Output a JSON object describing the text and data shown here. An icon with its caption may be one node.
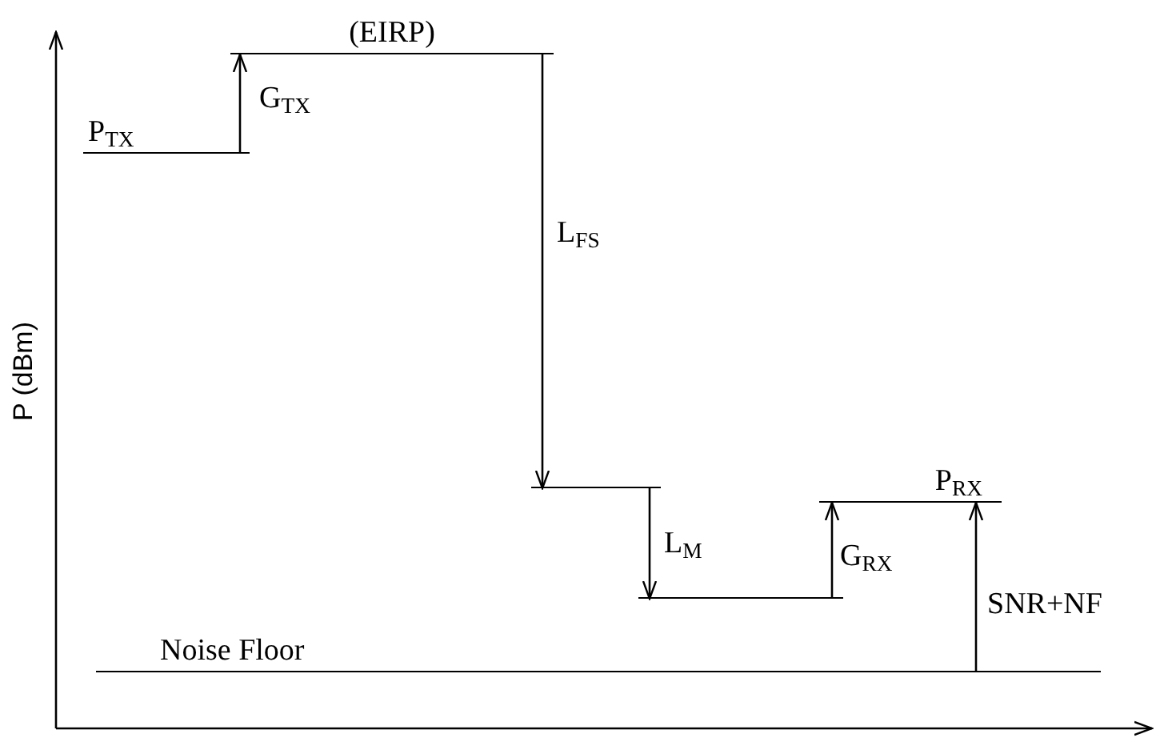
{
  "diagram": {
    "nodes": [
      {
        "text": [
          "P$_{TX}$"
        ]
      },
      {
        "text": [
          "(EIRP)"
        ]
      },
      {
        "text": [],
        "shape": "bar"
      },
      {
        "text": [],
        "shape": "bar"
      },
      {
        "text": [
          "P$_{RX}$"
        ]
      },
      {
        "text": [
          "Noise Floor"
        ]
      }
    ],
    "edges": [
      {
        "from": 0,
        "to": 1,
        "arrow": "to",
        "label": "G$_{TX}$"
      },
      {
        "from": 1,
        "to": 2,
        "arrow": "to",
        "label": "L$_{FS}$"
      },
      {
        "from": 2,
        "to": 3,
        "arrow": "to",
        "label": "L$_{M}$"
      },
      {
        "from": 3,
        "to": 4,
        "arrow": "to",
        "label": "G$_{RX}$"
      },
      {
        "from": 5,
        "to": 4,
        "arrow": "to",
        "label": "SNR+NF"
      }
    ],
    "labels": [
      "P (dBm)"
    ]
  }
}
